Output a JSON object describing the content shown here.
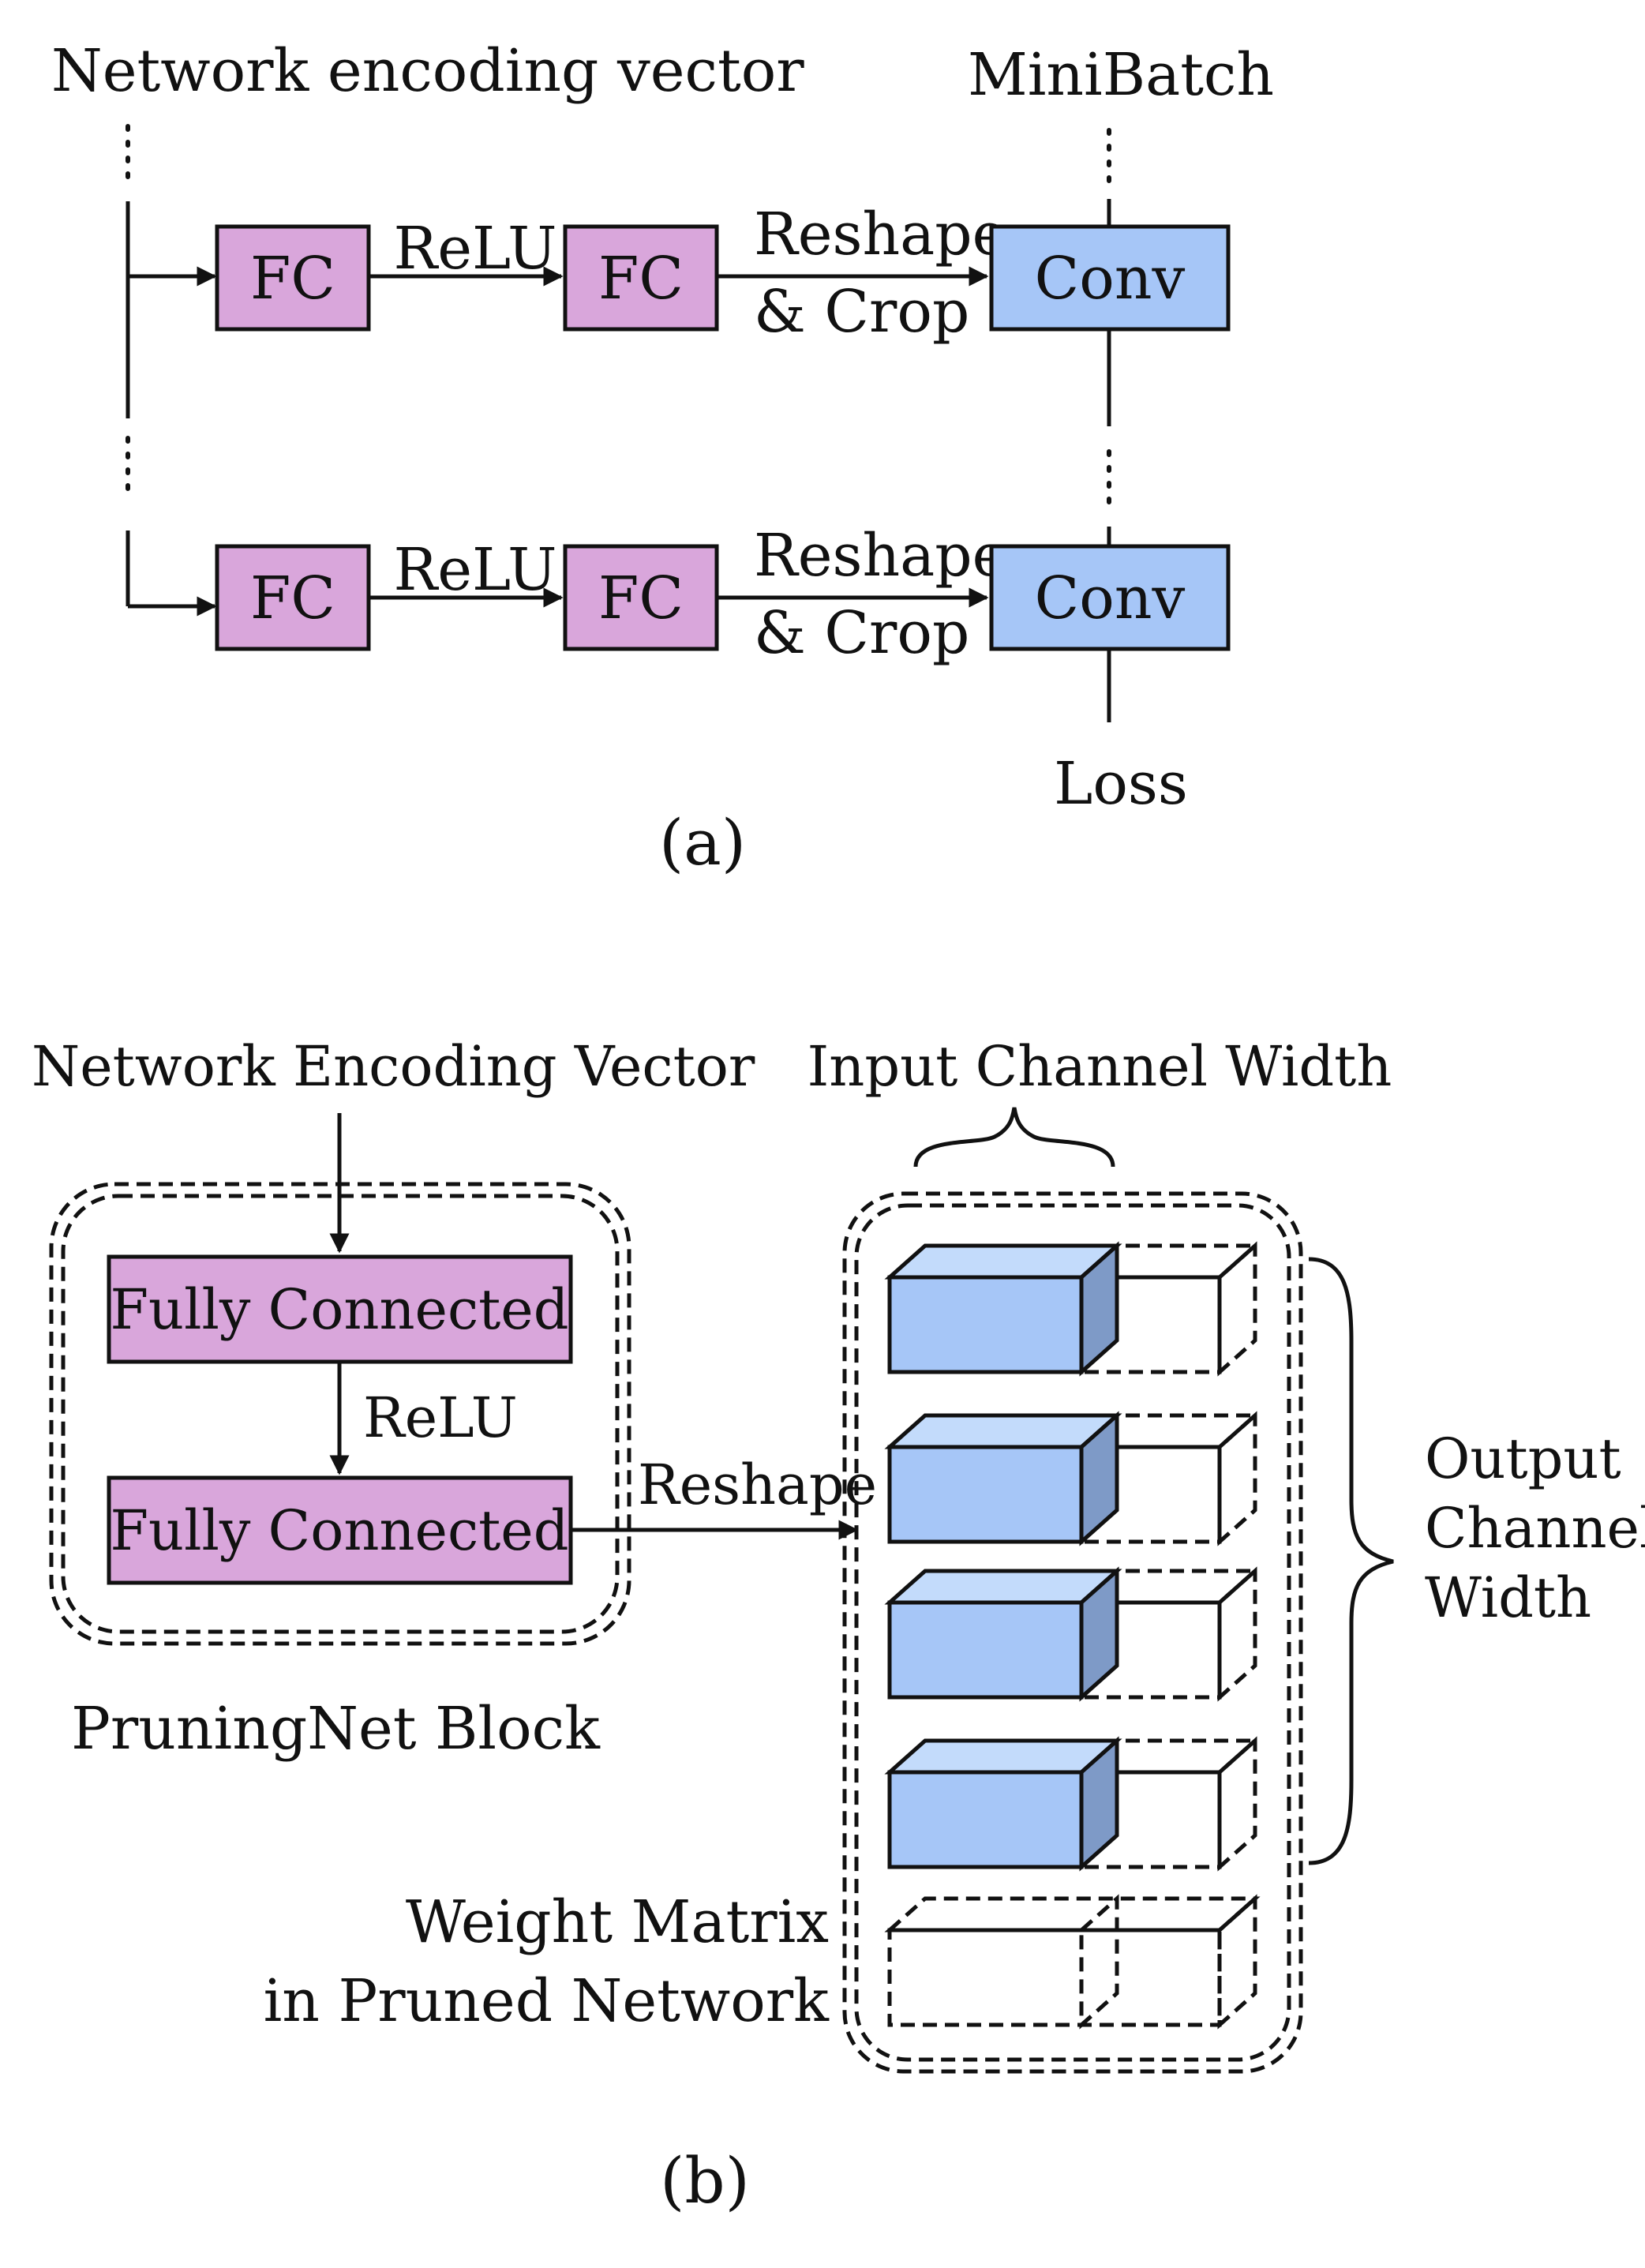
{
  "panel_a": {
    "title_input": "Network encoding vector",
    "title_minibatch": "MiniBatch",
    "fc_label": "FC",
    "relu_label": "ReLU",
    "reshape_label": "Reshape",
    "crop_label": "& Crop",
    "conv_label": "Conv",
    "loss_label": "Loss",
    "caption": "(a)"
  },
  "panel_b": {
    "title_input": "Network Encoding Vector",
    "fully_connected_label": "Fully Connected",
    "relu_label": "ReLU",
    "reshape_label": "Reshape",
    "block_label": "PruningNet Block",
    "input_channel_label": "Input Channel Width",
    "output_channel_line1": "Output",
    "output_channel_line2": "Channel",
    "output_channel_line3": "Width",
    "weight_matrix_line1": "Weight Matrix",
    "weight_matrix_line2": "in Pruned Network",
    "caption": "(b)"
  },
  "colors": {
    "fc_fill": "#d9a6db",
    "conv_fill": "#a6c6f7",
    "cube_front": "#a6c6f7",
    "cube_top": "#c3dbfb",
    "cube_side": "#7e9ac7",
    "ghost_fill": "#e7e0fb",
    "ghost_side": "#e6e6e6"
  }
}
